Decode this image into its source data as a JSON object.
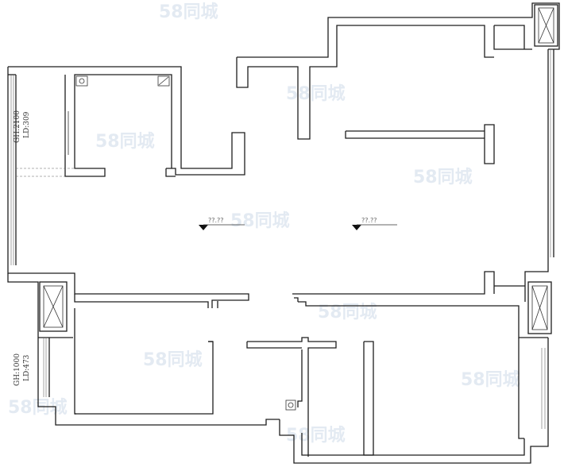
{
  "plan": {
    "level_marks": [
      {
        "label": "??.??"
      },
      {
        "label": "??.??"
      }
    ],
    "window_labels": [
      {
        "gh": "GH:2100",
        "ld": "LD:309"
      },
      {
        "gh": "GH:1000",
        "ld": "LD:473"
      }
    ],
    "watermark_text": "58同城"
  },
  "colors": {
    "wall": "#1e1e1e",
    "background": "#ffffff",
    "watermark": "#c9d6e6"
  }
}
